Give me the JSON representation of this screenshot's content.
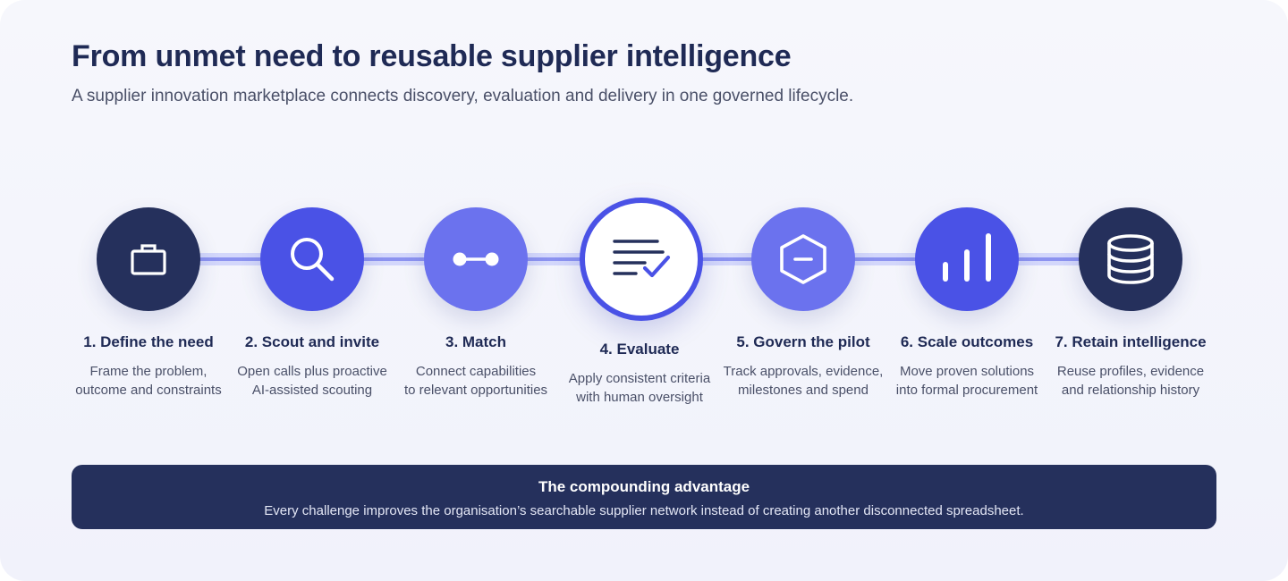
{
  "header": {
    "title": "From unmet need to reusable supplier intelligence",
    "subtitle": "A supplier innovation marketplace connects discovery, evaluation and delivery in one governed lifecycle."
  },
  "colors": {
    "navy": "#25305c",
    "deep_indigo": "#4a52e6",
    "mid_indigo": "#6b72ee",
    "active_border": "#4a52e6",
    "connector": "#d3d7fb"
  },
  "steps": [
    {
      "title": "1. Define the need",
      "desc_lines": [
        "Frame the problem,",
        "outcome and constraints"
      ],
      "icon": "briefcase-icon",
      "circle_color": "#25305c"
    },
    {
      "title": "2. Scout and invite",
      "desc_lines": [
        "Open calls plus proactive",
        "AI-assisted scouting"
      ],
      "icon": "search-icon",
      "circle_color": "#4a52e6"
    },
    {
      "title": "3. Match",
      "desc_lines": [
        "Connect capabilities",
        "to relevant opportunities"
      ],
      "icon": "link-icon",
      "circle_color": "#6b72ee"
    },
    {
      "title": "4. Evaluate",
      "desc_lines": [
        "Apply consistent criteria",
        "with human oversight"
      ],
      "icon": "checklist-icon",
      "circle_color": "#ffffff",
      "active": true
    },
    {
      "title": "5. Govern the pilot",
      "desc_lines": [
        "Track approvals, evidence,",
        "milestones and spend"
      ],
      "icon": "hexagon-minus-icon",
      "circle_color": "#6b72ee"
    },
    {
      "title": "6. Scale outcomes",
      "desc_lines": [
        "Move proven solutions",
        "into formal procurement"
      ],
      "icon": "bar-chart-icon",
      "circle_color": "#4a52e6"
    },
    {
      "title": "7. Retain intelligence",
      "desc_lines": [
        "Reuse profiles, evidence",
        "and relationship history"
      ],
      "icon": "database-icon",
      "circle_color": "#25305c"
    }
  ],
  "banner": {
    "title": "The compounding advantage",
    "text": "Every challenge improves the organisation’s searchable supplier network instead of creating another disconnected spreadsheet."
  }
}
